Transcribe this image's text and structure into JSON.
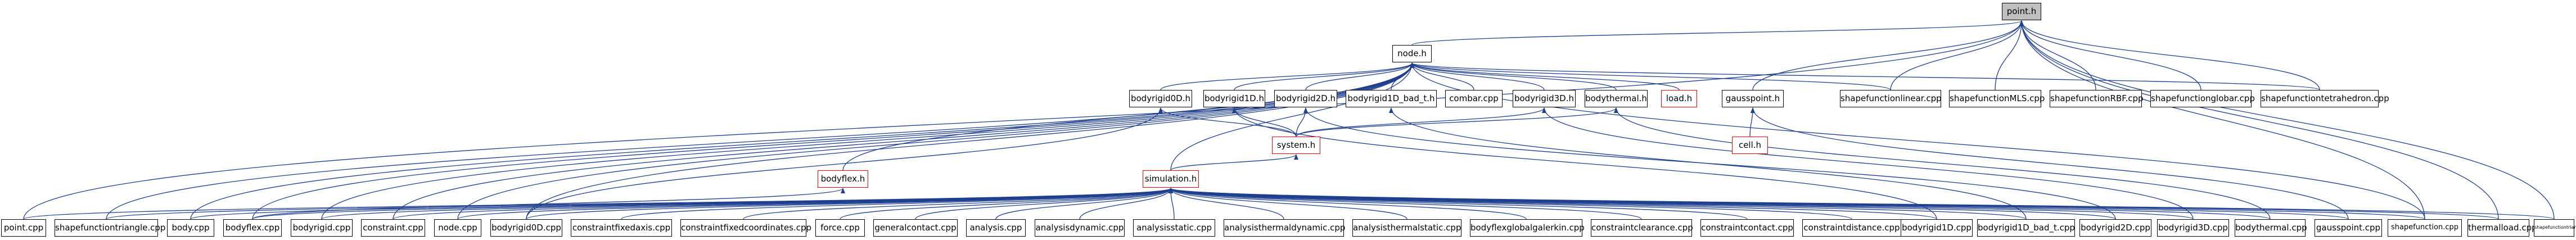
{
  "graph": {
    "root": "point.h",
    "nodes": {
      "root": "point.h",
      "node_h": "node.h",
      "gausspoint_h": "gausspoint.h",
      "bodyrigid0D_h": "bodyrigid0D.h",
      "bodyrigid1D_h": "bodyrigid1D.h",
      "bodyrigid2D_h": "bodyrigid2D.h",
      "bodyrigid1D_bad_t_h": "bodyrigid1D_bad_t.h",
      "combar_cpp": "combar.cpp",
      "bodyrigid3D_h": "bodyrigid3D.h",
      "bodythermal_h": "bodythermal.h",
      "load_h": "load.h",
      "system_h": "system.h",
      "cell_h": "cell.h",
      "bodyflex_h": "bodyflex.h",
      "simulation_h": "simulation.h",
      "sf_linear_cpp": "shapefunctionlinear.cpp",
      "sf_mls_cpp": "shapefunctionMLS.cpp",
      "sf_rbf_cpp": "shapefunctionRBF.cpp",
      "sf_globar_cpp": "shapefunctionglobar.cpp",
      "sf_tetrahedron_cpp": "shapefunctiontetrahedron.cpp",
      "point_cpp": "point.cpp",
      "sf_triangle_cpp": "shapefunctiontriangle.cpp",
      "body_cpp": "body.cpp",
      "bodyflex_cpp": "bodyflex.cpp",
      "bodyrigid_cpp": "bodyrigid.cpp",
      "constraint_cpp": "constraint.cpp",
      "node_cpp": "node.cpp",
      "bodyrigid0D_cpp": "bodyrigid0D.cpp",
      "c_fixedaxis_cpp": "constraintfixedaxis.cpp",
      "c_fixedcoord_cpp": "constraintfixedcoordinates.cpp",
      "force_cpp": "force.cpp",
      "generalcontact_cpp": "generalcontact.cpp",
      "analysis_cpp": "analysis.cpp",
      "analysisdynamic_cpp": "analysisdynamic.cpp",
      "analysisstatic_cpp": "analysisstatic.cpp",
      "a_thermodyn_cpp": "analysisthermaldynamic.cpp",
      "a_thermostat_cpp": "analysisthermalstatic.cpp",
      "bodyflexglobalgalerkin_cpp": "bodyflexglobalgalerkin.cpp",
      "c_clearance_cpp": "constraintclearance.cpp",
      "c_contact_cpp": "constraintcontact.cpp",
      "c_distance_cpp": "constraintdistance.cpp",
      "bodyrigid1D_cpp": "bodyrigid1D.cpp",
      "bodyrigid1D_bad_t_cpp": "bodyrigid1D_bad_t.cpp",
      "bodyrigid2D_cpp": "bodyrigid2D.cpp",
      "bodyrigid3D_cpp": "bodyrigid3D.cpp",
      "bodythermal_cpp": "bodythermal.cpp",
      "gausspoint_cpp": "gausspoint.cpp",
      "shapefunction_cpp": "shapefunction.cpp",
      "thermalload_cpp": "thermalload.cpp",
      "sf_constrianglecst_cpp": "shapefunctiontrianglecst.cpp"
    }
  }
}
